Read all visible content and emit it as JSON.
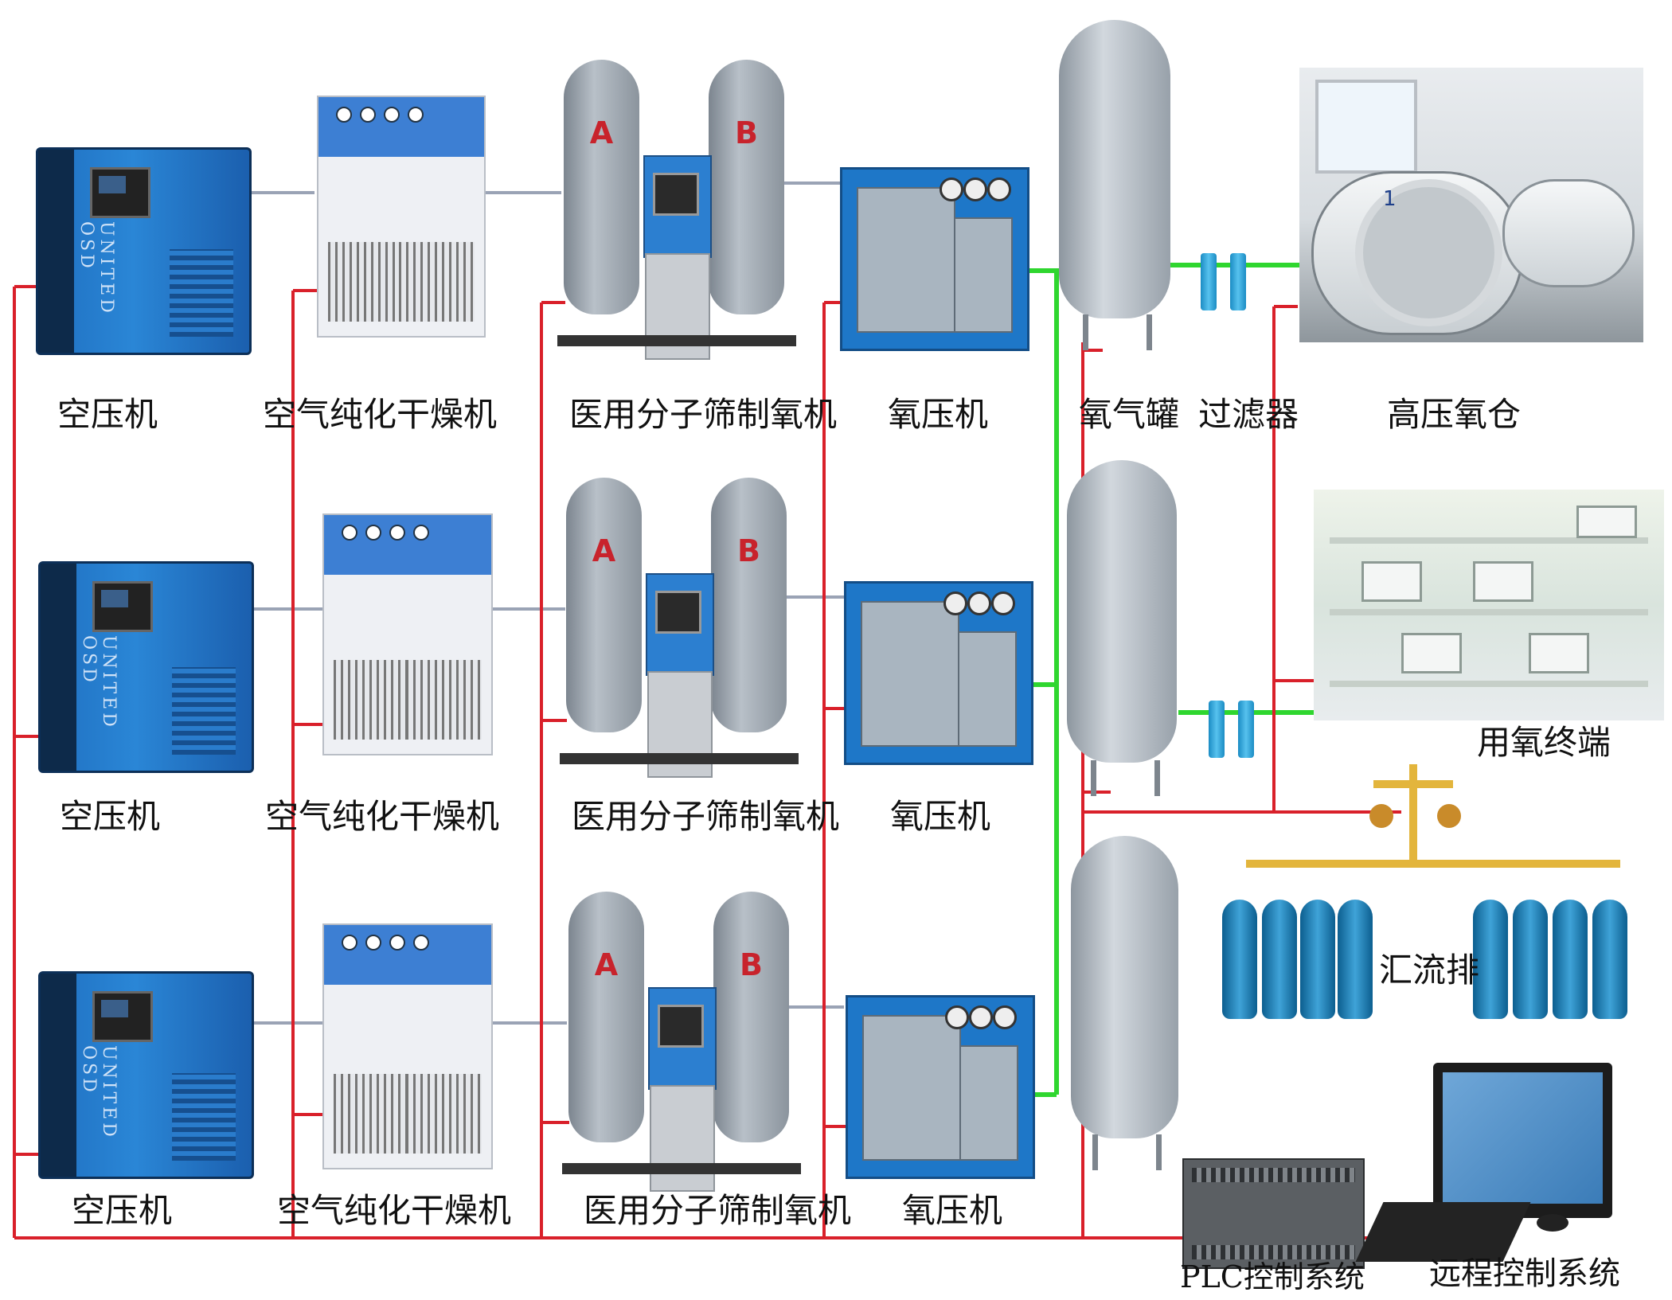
{
  "rows": [
    {
      "compressor": "空压机",
      "dryer": "空气纯化干燥机",
      "generator": "医用分子筛制氧机",
      "booster": "氧压机",
      "tower_a": "A",
      "tower_b": "B",
      "brand_vertical": "UNITED OSD"
    },
    {
      "compressor": "空压机",
      "dryer": "空气纯化干燥机",
      "generator": "医用分子筛制氧机",
      "booster": "氧压机",
      "tower_a": "A",
      "tower_b": "B",
      "brand_vertical": "UNITED OSD"
    },
    {
      "compressor": "空压机",
      "dryer": "空气纯化干燥机",
      "generator": "医用分子筛制氧机",
      "booster": "氧压机",
      "tower_a": "A",
      "tower_b": "B",
      "brand_vertical": "UNITED OSD"
    }
  ],
  "tank_label": "氧气罐",
  "filter_label": "过滤器",
  "chamber_label": "高压氧仓",
  "terminal_label": "用氧终端",
  "manifold_label": "汇流排",
  "plc_label": "PLC控制系统",
  "remote_label": "远程控制系统",
  "chamber_number": "1",
  "colors": {
    "control_wire": "#d9202a",
    "oxygen_pipe": "#2fd62f",
    "air_pipe": "#9aa3b5"
  }
}
